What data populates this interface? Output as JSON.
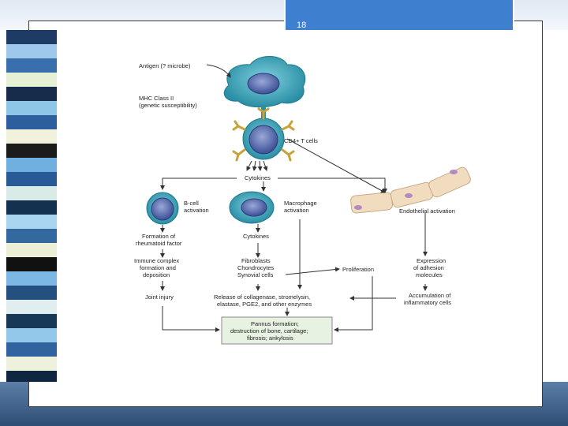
{
  "slide": {
    "number": "18"
  },
  "diagram": {
    "antigen": "Antigen (? microbe)",
    "mhc_1": "MHC Class II",
    "mhc_2": "(genetic susceptibility)",
    "cd4": "CD4+ T cells",
    "cytokines_top": "Cytokines",
    "bcell_1": "B-cell",
    "bcell_2": "activation",
    "macro_1": "Macrophage",
    "macro_2": "activation",
    "endo": "Endothelial activation",
    "rf_1": "Formation of",
    "rf_2": "rheumatoid factor",
    "cytokines_mid": "Cytokines",
    "ic_1": "Immune complex",
    "ic_2": "formation and",
    "ic_3": "deposition",
    "fib_1": "Fibroblasts",
    "fib_2": "Chondrocytes",
    "fib_3": "Synovial cells",
    "prolif": "Proliferation",
    "adh_1": "Expression",
    "adh_2": "of adhesion",
    "adh_3": "molecules",
    "joint": "Joint injury",
    "rel_1": "Release of collagenase, stromelysin,",
    "rel_2": "elastase, PGE2, and other enzymes",
    "acc_1": "Accumulation of",
    "acc_2": "inflammatory cells",
    "pan_1": "Pannus formation;",
    "pan_2": "destruction of bone, cartilage;",
    "pan_3": "fibrosis; ankylosis"
  },
  "colors": {
    "tab": "#3f7fcf",
    "cell_teal": "#3aa3b7",
    "cell_nucleus": "#5a6fb0",
    "receptor": "#c9a23a",
    "endothelium": "#f2dcc0",
    "pannus_box": "#e7f2e2"
  }
}
